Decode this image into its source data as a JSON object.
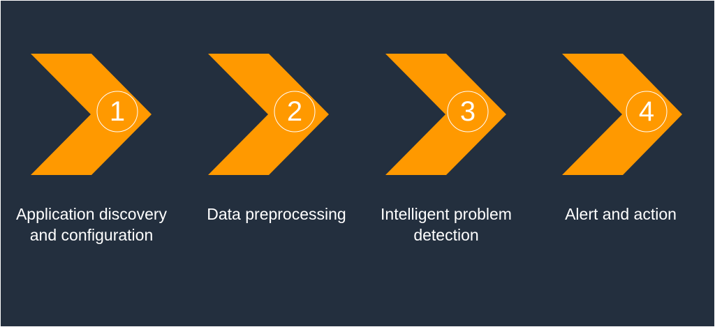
{
  "colors": {
    "background": "#232f3e",
    "chevron": "#ff9900",
    "circle_stroke": "#ffffff",
    "text": "#ffffff"
  },
  "steps": [
    {
      "number": "1",
      "label": "Application discovery and configuration"
    },
    {
      "number": "2",
      "label": "Data preprocessing"
    },
    {
      "number": "3",
      "label": "Intelligent problem detection"
    },
    {
      "number": "4",
      "label": "Alert and action"
    }
  ]
}
